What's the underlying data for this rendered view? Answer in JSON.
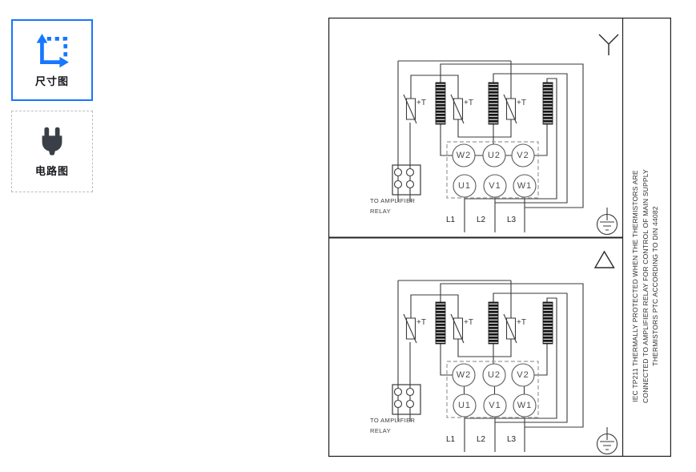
{
  "sidebar": {
    "thumbnails": [
      {
        "label": "尺寸图",
        "icon": "dimensions-icon",
        "selected": true
      },
      {
        "label": "电路图",
        "icon": "plug-icon",
        "selected": false
      }
    ]
  },
  "figure": {
    "note_lines": [
      "IEC TP211 THERMALLY PROTECTED WHEN THE THERMISTORS ARE",
      "CONNECTED TO AMPLIFIER RELAY FOR CONTROL OF MAIN SUPPLY",
      "THERMISTORS PTC ACCORDING TO DIN 44082"
    ],
    "diagrams": [
      {
        "name": "star",
        "connection_symbol": "star-icon",
        "terminals_top": [
          "W2",
          "U2",
          "V2"
        ],
        "terminals_bottom": [
          "U1",
          "V1",
          "W1"
        ],
        "thermistor_label": "+T",
        "relay_label_line1": "TO AMPLIFIER",
        "relay_label_line2": "RELAY",
        "supply_labels": [
          "L1",
          "L2",
          "L3"
        ],
        "ground_symbol": "protective-earth-icon"
      },
      {
        "name": "delta",
        "connection_symbol": "delta-icon",
        "terminals_top": [
          "W2",
          "U2",
          "V2"
        ],
        "terminals_bottom": [
          "U1",
          "V1",
          "W1"
        ],
        "thermistor_label": "+T",
        "relay_label_line1": "TO AMPLIFIER",
        "relay_label_line2": "RELAY",
        "supply_labels": [
          "L1",
          "L2",
          "L3"
        ],
        "ground_symbol": "protective-earth-icon"
      }
    ],
    "colors": {
      "accent_blue": "#1677ff",
      "line_dark": "#3a3a3a",
      "dashed_gray": "#999999"
    }
  }
}
